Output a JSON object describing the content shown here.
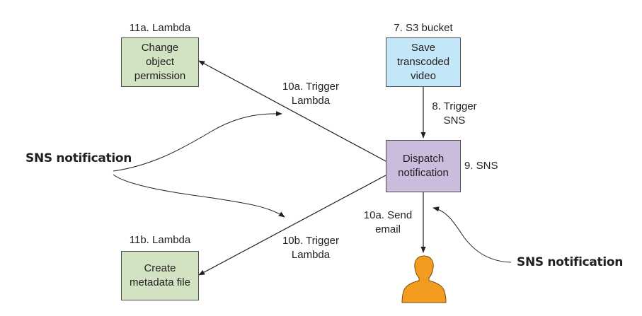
{
  "nodes": {
    "lambda_top": {
      "caption": "11a. Lambda",
      "text": "Change\nobject\npermission"
    },
    "s3": {
      "caption": "7. S3 bucket",
      "text": "Save\ntranscoded\nvideo"
    },
    "sns": {
      "caption": "9. SNS",
      "text": "Dispatch\nnotification"
    },
    "lambda_bottom": {
      "caption": "11b. Lambda",
      "text": "Create\nmetadata file"
    },
    "user": {
      "icon": "user-icon",
      "color": "#f39c1f"
    }
  },
  "edges": {
    "s3_to_sns": "8. Trigger\nSNS",
    "sns_to_lambda_top": "10a. Trigger\nLambda",
    "sns_to_lambda_bottom": "10b. Trigger\nLambda",
    "sns_to_user": "10a. Send\nemail"
  },
  "callouts": {
    "left": "SNS notification",
    "right": "SNS notification"
  },
  "colors": {
    "lambda": "#d1e3c2",
    "s3": "#c3e7f8",
    "sns": "#c9bcdd",
    "user": "#f39c1f",
    "line": "#231f20"
  }
}
